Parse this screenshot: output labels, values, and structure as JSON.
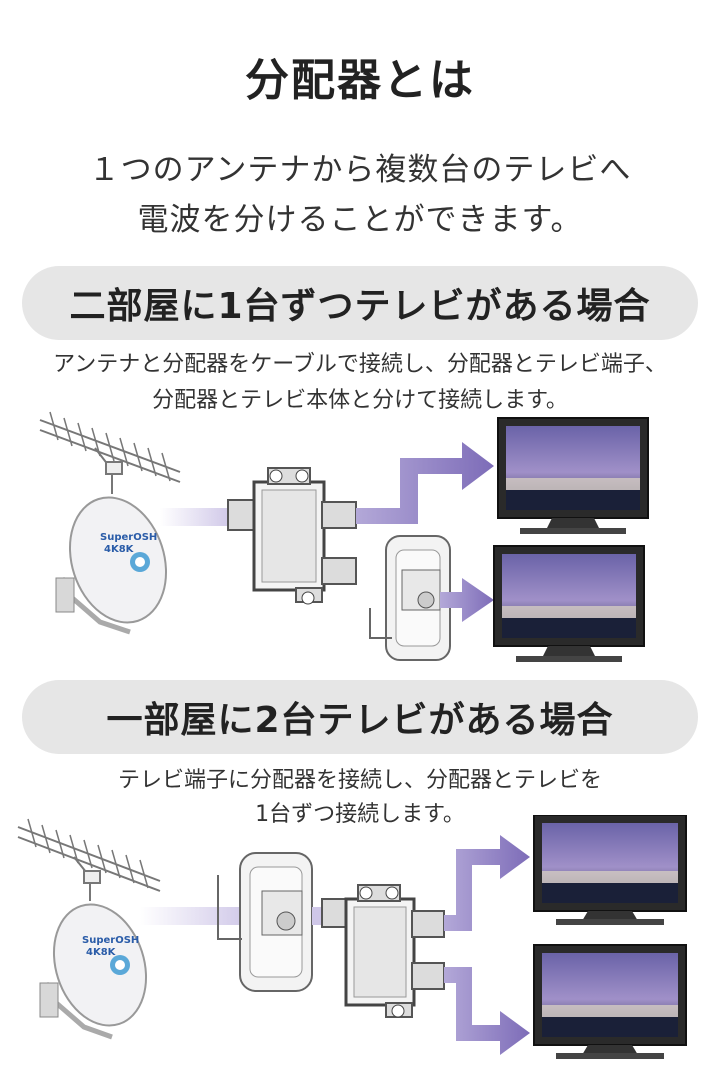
{
  "page": {
    "title": "分配器とは",
    "lead_line1": "１つのアンテナから複数台のテレビへ",
    "lead_line2": "電波を分けることができます。"
  },
  "section1": {
    "heading": "二部屋に1台ずつテレビがある場合",
    "desc_line1": "アンテナと分配器をケーブルで接続し、分配器とテレビ端子、",
    "desc_line2": "分配器とテレビ本体と分けて接続します。"
  },
  "section2": {
    "heading": "一部屋に2台テレビがある場合",
    "desc_line1": "テレビ端子に分配器を接続し、分配器とテレビを",
    "desc_line2": "1台ずつ接続します。"
  },
  "dish_logo": {
    "line1": "SuperOSH",
    "line2": "4K8K"
  },
  "colors": {
    "arrow": "#8e7fbf",
    "arrow_light": "#d8d2ec",
    "pill": "#e6e6e6"
  }
}
